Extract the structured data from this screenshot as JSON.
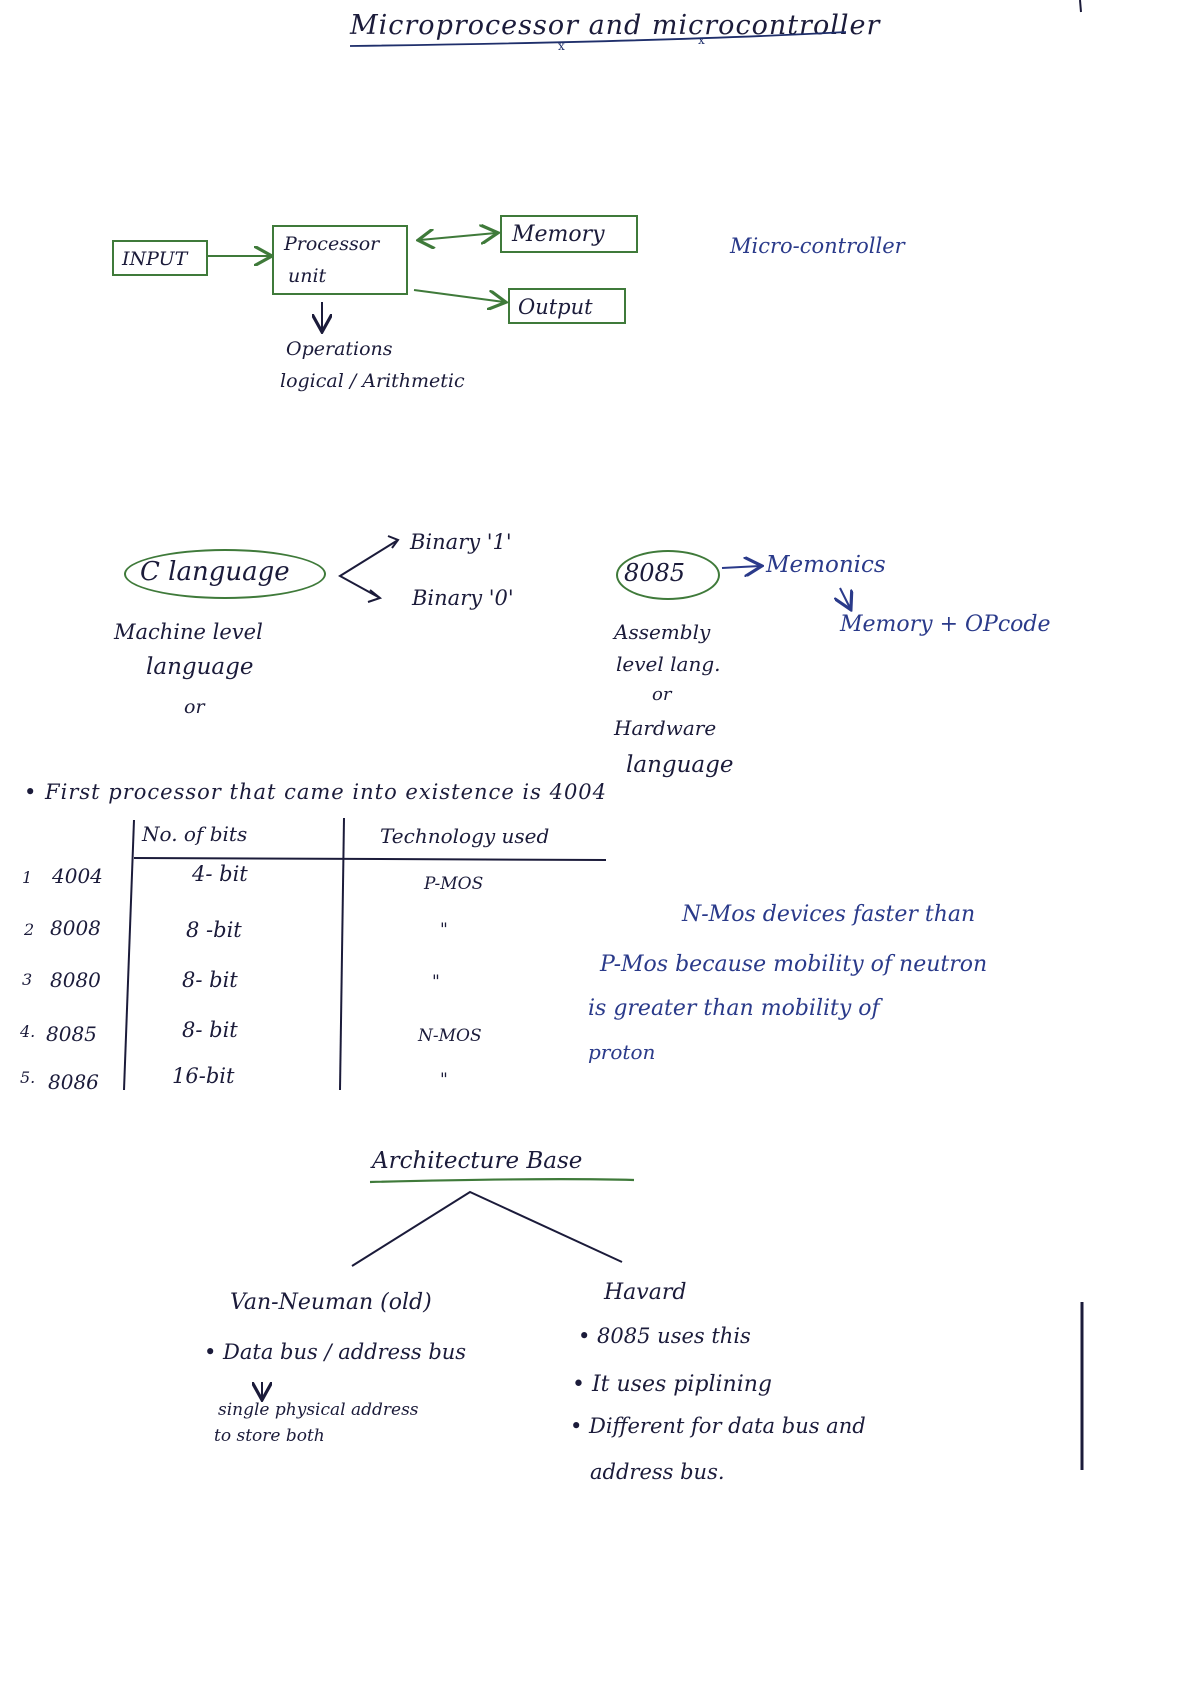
{
  "title": "Microprocessor and microcontroller",
  "block_diagram": {
    "input": "INPUT",
    "processor_line1": "Processor",
    "processor_line2": "unit",
    "memory": "Memory",
    "output": "Output",
    "operations_line1": "Operations",
    "operations_line2": "logical / Arithmetic",
    "side_label": "Micro-controller"
  },
  "languages": {
    "c_language": "C language",
    "binary_1": "Binary '1'",
    "binary_0": "Binary '0'",
    "machine_line1": "Machine level",
    "machine_line2": "language",
    "machine_line3": "or",
    "chip": "8085",
    "mnemonics": "Memonics",
    "memory_opcode": "Memory + OPcode",
    "assembly_line1": "Assembly",
    "assembly_line2": "level lang.",
    "assembly_line3": "or",
    "assembly_line4": "Hardware",
    "assembly_line5": "language"
  },
  "first_processor": "• First processor that came into existence is 4004",
  "table": {
    "headers": [
      "No. of bits",
      "Technology used"
    ],
    "rows": [
      {
        "num": "1",
        "chip": "4004",
        "bits": "4- bit",
        "tech": "P-MOS"
      },
      {
        "num": "2",
        "chip": "8008",
        "bits": "8 -bit",
        "tech": "\""
      },
      {
        "num": "3",
        "chip": "8080",
        "bits": "8- bit",
        "tech": "\""
      },
      {
        "num": "4.",
        "chip": "8085",
        "bits": "8- bit",
        "tech": "N-MOS"
      },
      {
        "num": "5.",
        "chip": "8086",
        "bits": "16-bit",
        "tech": "\""
      }
    ]
  },
  "note": {
    "line1": "N-Mos devices faster than",
    "line2": "P-Mos because mobility of neutron",
    "line3": "is greater than mobility of",
    "line4": "proton"
  },
  "architecture": {
    "heading": "Architecture Base",
    "left_title": "Van-Neuman (old)",
    "left_bullet": "• Data bus / address bus",
    "left_sub1": "single physical address",
    "left_sub2": "to store both",
    "right_title": "Havard",
    "right_b1": "• 8085 uses this",
    "right_b2": "• It uses piplining",
    "right_b3": "• Different for data bus and",
    "right_b4": "address bus."
  }
}
